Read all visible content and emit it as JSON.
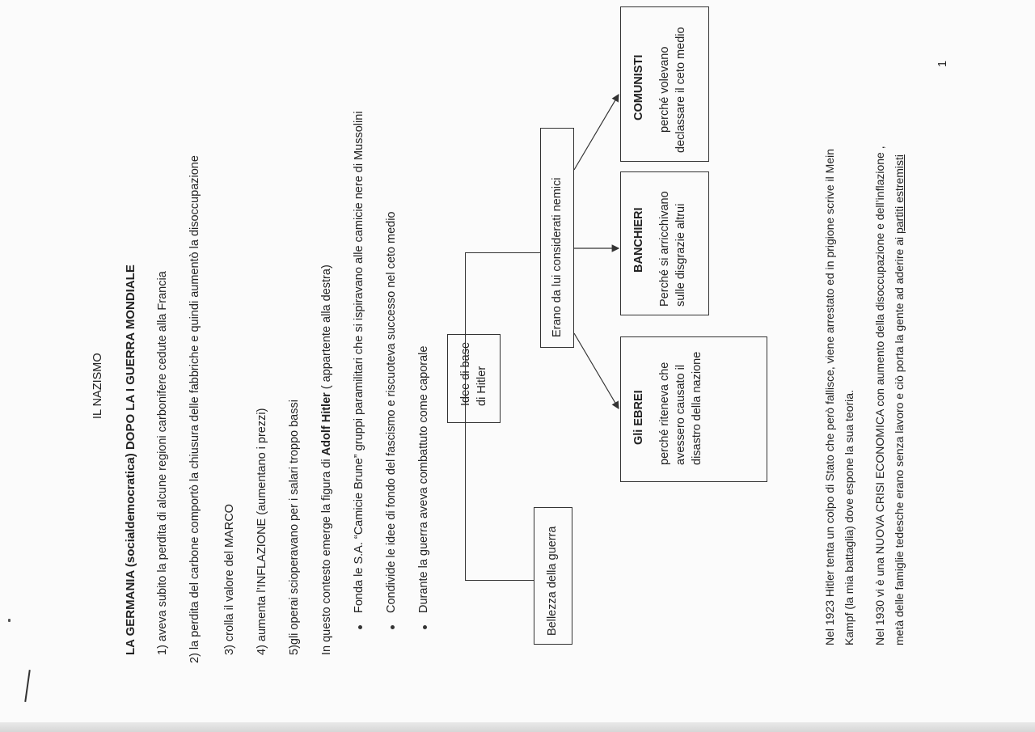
{
  "title": "IL NAZISMO",
  "heading": "LA GERMANIA (socialdemocratica)  DOPO LA I GUERRA MONDIALE",
  "points": [
    "1) aveva subito la perdita di alcune regioni carbonifere cedute alla Francia",
    "2) la perdita del carbone comportò la chiusura delle fabbriche  e quindi aumentò la disoccupazione",
    "3) crolla il valore del MARCO",
    "4) aumenta l’INFLAZIONE (aumentano i prezzi)",
    "5)gli operai scioperavano per i salari troppo bassi"
  ],
  "context": {
    "before": "In questo contesto emerge la figura di ",
    "name": "Adolf Hitler",
    "after": " ( appartente alla destra)"
  },
  "bullets": [
    "Fonda le S.A. “Camicie Brune” gruppi paramilitari  che si ispiravano alle camicie nere di Mussolini",
    "Condivide le idee di fondo del fascismo  e riscuoteva successo nel ceto medio",
    "Durante la guerra aveva combattuto come caporale"
  ],
  "diagram": {
    "war_box": "Bellezza della guerra",
    "ideas_box": [
      "Idee di base",
      "di Hitler"
    ],
    "enemies_box": "Erano da lui considerati nemici",
    "ebrei": {
      "title": "Gli EBREI",
      "lines": [
        "perché riteneva che",
        "avessero causato il",
        "disastro della nazione"
      ]
    },
    "banchieri": {
      "title": "BANCHIERI",
      "lines": [
        "Perché si arricchivano",
        "sulle disgrazie altrui"
      ]
    },
    "comunisti": {
      "title": "COMUNISTI",
      "lines": [
        "perché volevano",
        "declassare il ceto medio"
      ]
    }
  },
  "footer": {
    "p1_line1": "Nel 1923 Hitler tenta un colpo di Stato che però fallisce, viene arrestato ed in prigione scrive il Mein",
    "p1_line2": "Kampf (la mia battaglia) dove espone la sua teoria.",
    "p2_line1": "Nel 1930 vi è una NUOVA CRISI ECONOMICA  con aumento della disoccupazione e dell’inflazione ,",
    "p2_line2_start": "metà delle famiglie tedesche erano senza lavoro  e ciò porta la gente ad aderire  ai ",
    "p2_line2_underlined": "partiti estremisti"
  },
  "page_number": "1"
}
